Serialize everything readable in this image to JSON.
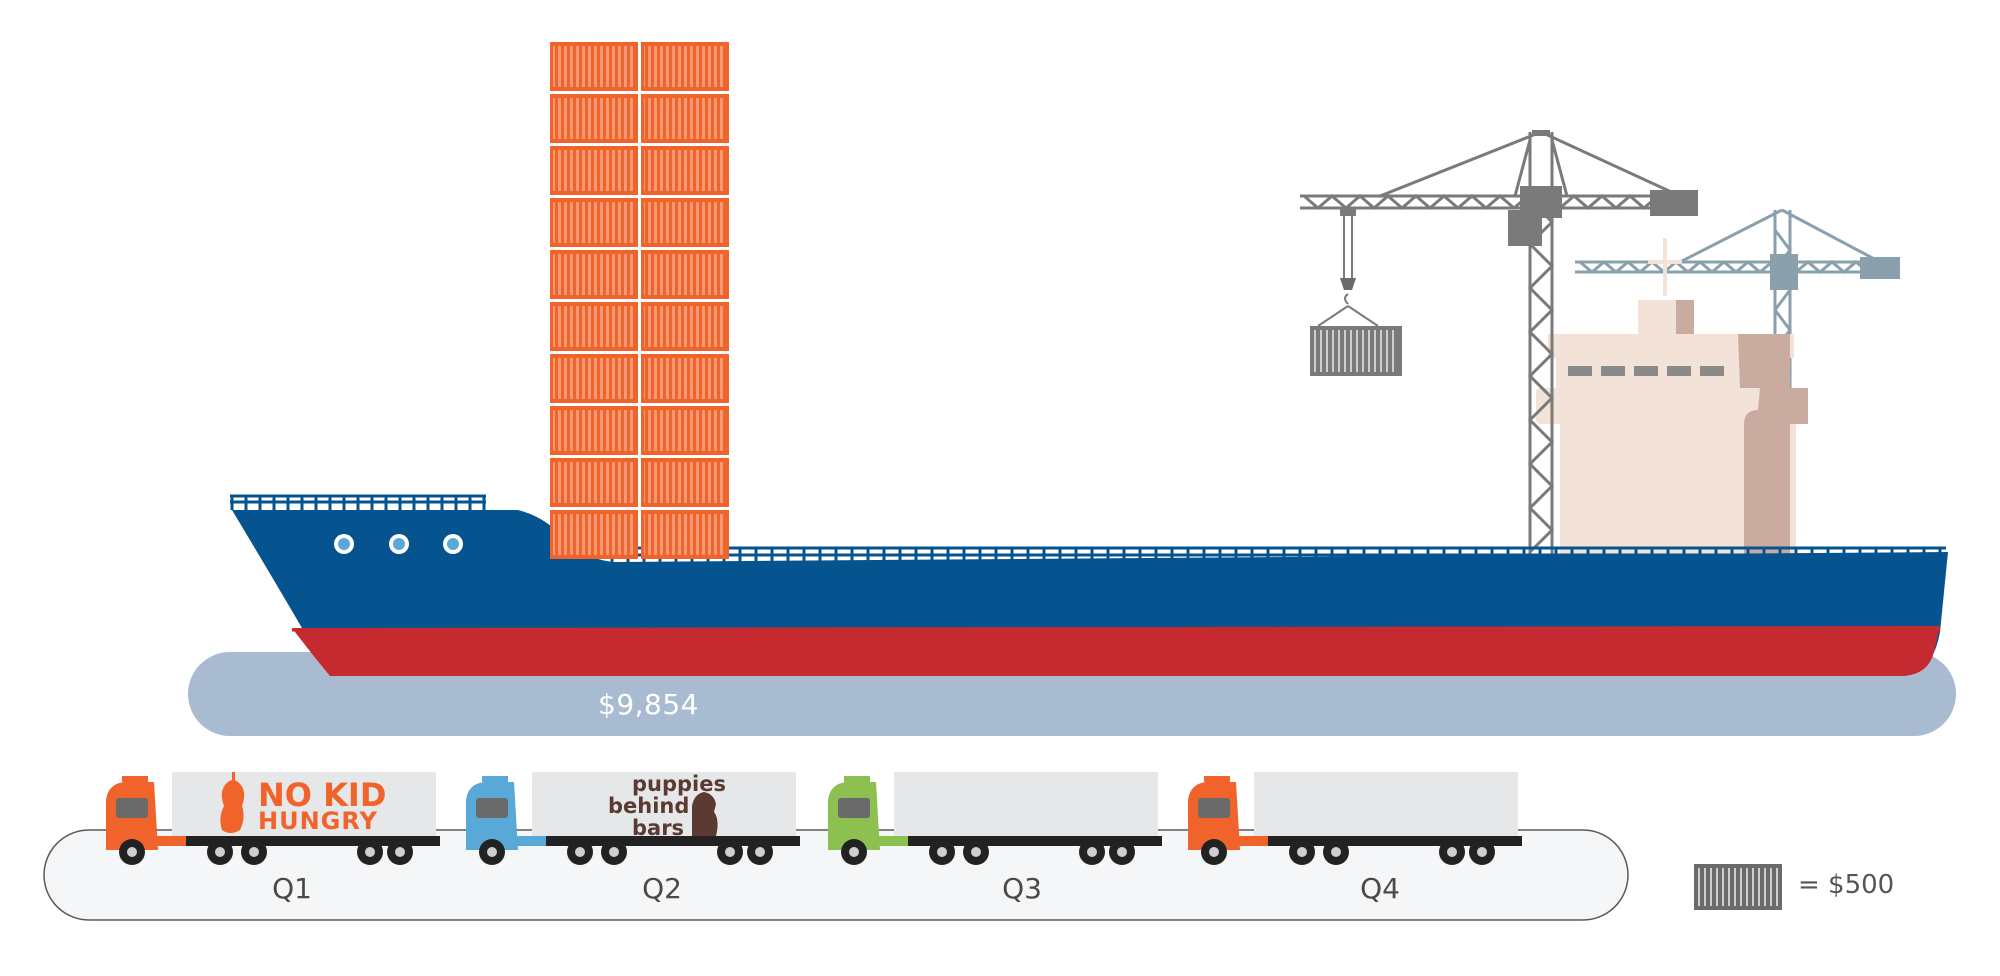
{
  "total": {
    "label": "$9,854",
    "units": 19.7
  },
  "quarters": [
    {
      "label": "Q1",
      "logo_line1": "NO KID",
      "logo_line2": "HUNGRY",
      "color": "#f0632a"
    },
    {
      "label": "Q2",
      "logo_line1": "puppies",
      "logo_line2": "behind",
      "logo_line3": "bars",
      "color": "#58a8d8"
    },
    {
      "label": "Q3",
      "color": "#8cc152"
    },
    {
      "label": "Q4",
      "color": "#f0632a"
    }
  ],
  "legend": {
    "text": "= $500",
    "icon": "container-icon"
  },
  "colors": {
    "hull_blue": "#05548f",
    "hull_red": "#c42a30",
    "container_orange": "#f0632a",
    "water": "#a9bbd0",
    "crane_gray": "#7a7a7a",
    "superstructure": "#f3e2d8"
  }
}
